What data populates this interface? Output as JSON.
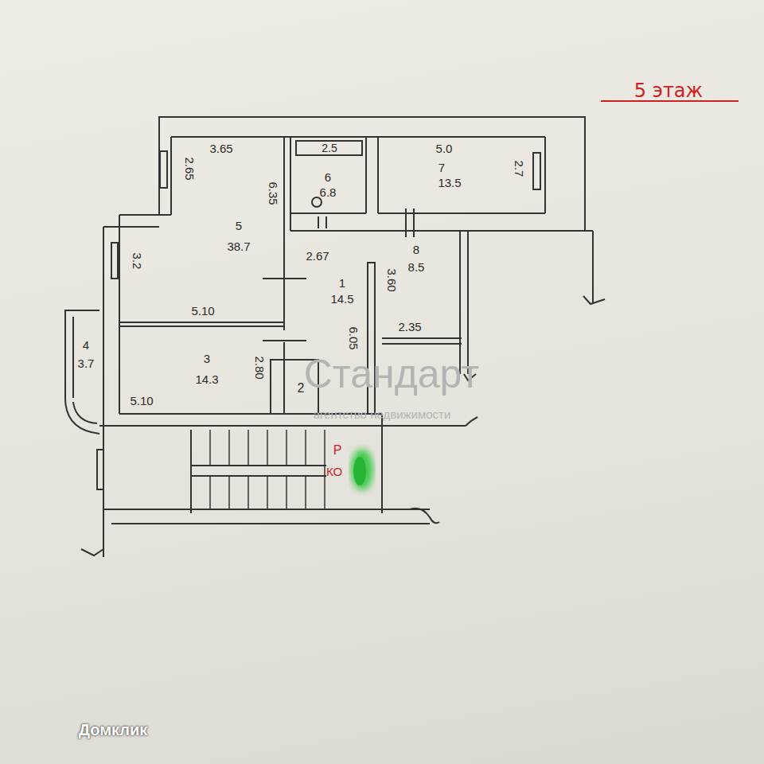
{
  "diagram": {
    "title": "5 этаж",
    "labels": [
      "2.65",
      "3.65",
      "6.35",
      "2.5",
      "6",
      "6.8",
      "5.0",
      "7",
      "13.5",
      "2.7",
      "5",
      "38.7",
      "3.2",
      "2.67",
      "8",
      "8.5",
      "3.60",
      "1",
      "14.5",
      "5.10",
      "6.05",
      "2.35",
      "4",
      "3.7",
      "3",
      "14.3",
      "2.80",
      "2",
      "5.10",
      "Р",
      "КО",
      "Стандарт",
      "агентство недвижимости",
      "Домклик"
    ]
  }
}
